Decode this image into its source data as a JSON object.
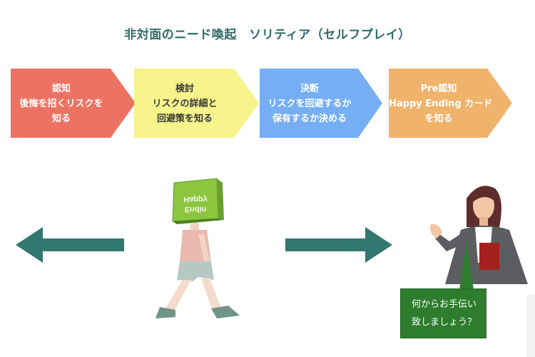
{
  "title": "非対面のニード喚起　ソリティア（セルフプレイ）",
  "steps": [
    {
      "lines": [
        "認知",
        "後悔を招くリスクを",
        "知る"
      ],
      "color": "#ec7363"
    },
    {
      "lines": [
        "検討",
        "リスクの詳細と",
        "回避策を知る"
      ],
      "color": "#f6f48a"
    },
    {
      "lines": [
        "決断",
        "リスクを回避するか",
        "保有するか決める"
      ],
      "color": "#76aef4"
    },
    {
      "lines": [
        "Pre認知",
        "Happy Ending カード",
        "を知る"
      ],
      "color": "#f0b36b"
    }
  ],
  "arrow_color": "#337870",
  "book_cover": {
    "line1": "Happy",
    "line2": "Endin"
  },
  "speech_bubble": {
    "lines": [
      "何からお手伝い",
      "致しましょう？"
    ],
    "color": "#2e7d2e"
  }
}
